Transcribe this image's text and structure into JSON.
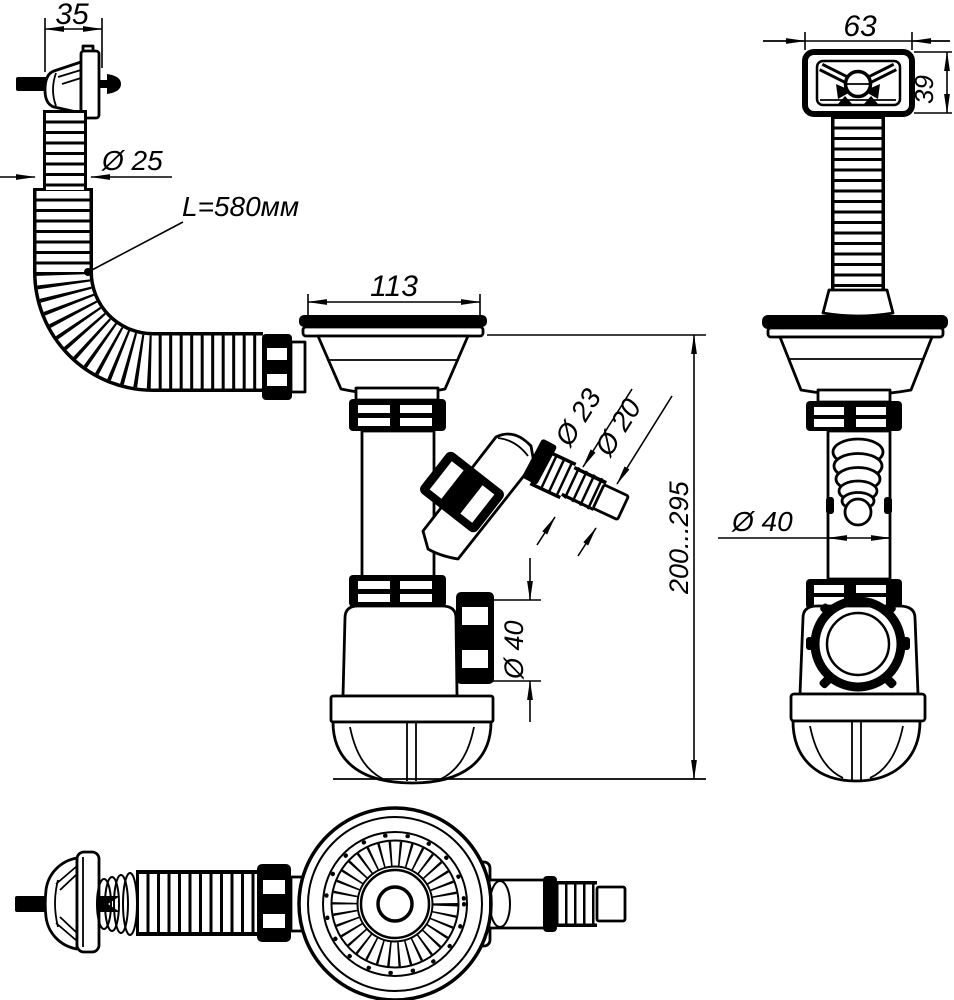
{
  "colors": {
    "line": "#000000",
    "background": "#ffffff"
  },
  "dims": {
    "overflow_body_width": "35",
    "overflow_hose_diameter": "Ø 25",
    "overflow_hose_length": "L=580мм",
    "strainer_width": "113",
    "spout_diameter_outer": "Ø 23",
    "spout_diameter_tip": "Ø 20",
    "outlet_nut_diameter": "Ø 40",
    "installation_height_range": "200...295",
    "overflow_face_width": "63",
    "overflow_face_height": "39",
    "downpipe_diameter": "Ø 40"
  }
}
